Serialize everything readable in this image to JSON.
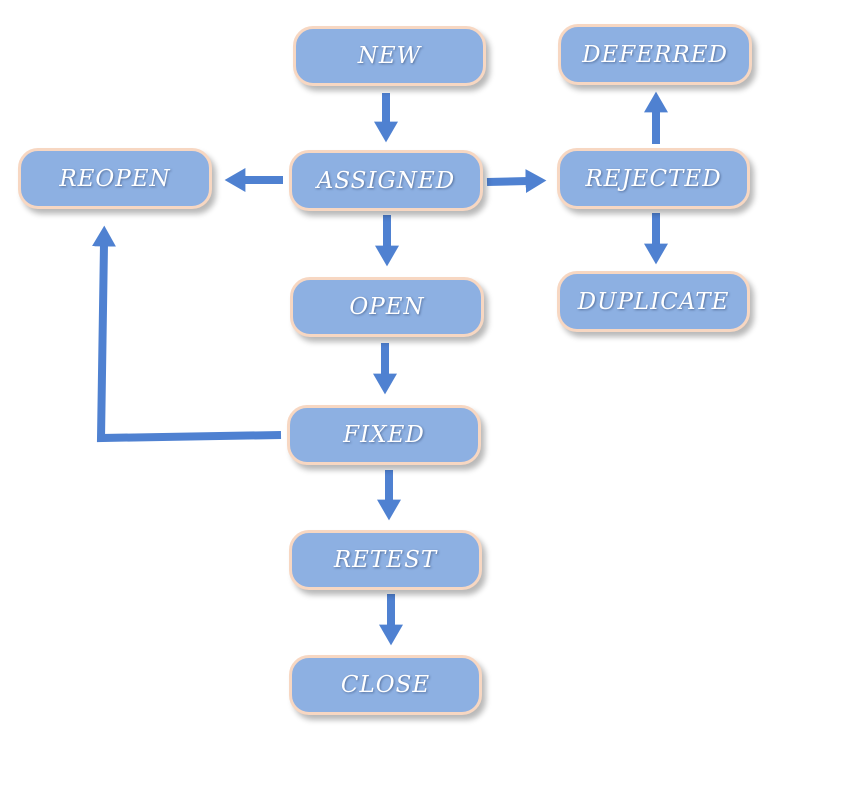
{
  "nodes": {
    "new": "NEW",
    "assigned": "ASSIGNED",
    "reopen": "REOPEN",
    "open": "OPEN",
    "fixed": "FIXED",
    "retest": "RETEST",
    "close": "CLOSE",
    "deferred": "DEFERRED",
    "rejected": "REJECTED",
    "duplicate": "DUPLICATE"
  },
  "edges": [
    {
      "from": "new",
      "to": "assigned"
    },
    {
      "from": "assigned",
      "to": "reopen"
    },
    {
      "from": "assigned",
      "to": "rejected"
    },
    {
      "from": "assigned",
      "to": "open"
    },
    {
      "from": "rejected",
      "to": "deferred"
    },
    {
      "from": "rejected",
      "to": "duplicate"
    },
    {
      "from": "open",
      "to": "fixed"
    },
    {
      "from": "fixed",
      "to": "reopen"
    },
    {
      "from": "fixed",
      "to": "retest"
    },
    {
      "from": "retest",
      "to": "close"
    }
  ],
  "colors": {
    "node_fill": "#8db0e2",
    "node_border": "#f7d7c2",
    "arrow": "#4f81d1",
    "text": "#ffffff"
  }
}
